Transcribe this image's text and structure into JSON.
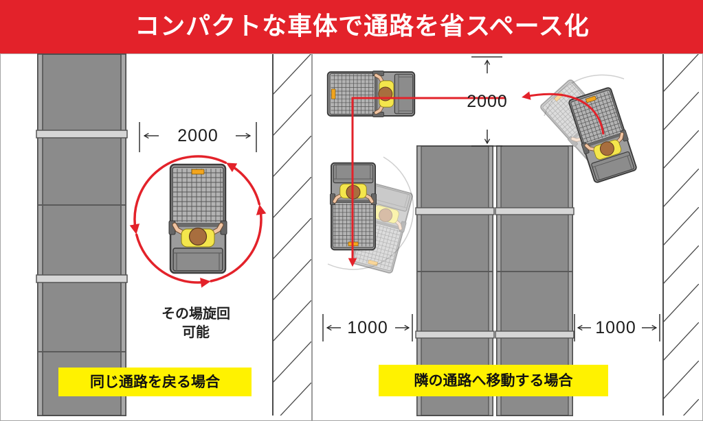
{
  "header": {
    "title": "コンパクトな車体で通路を省スペース化"
  },
  "left_panel": {
    "aisle_width_label": "2000",
    "turn_note": {
      "line1": "その場旋回",
      "line2": "可能"
    },
    "caption": "同じ通路を戻る場合"
  },
  "right_panel": {
    "turn_clearance_label": "2000",
    "left_aisle_label": "1000",
    "right_aisle_label": "1000",
    "caption": "隣の通路へ移動する場合"
  },
  "icons": [
    "dimension-arrow-left-icon",
    "dimension-arrow-right-icon",
    "dimension-arrow-up-icon",
    "dimension-arrow-down-icon",
    "rotation-arrow-icon",
    "route-arrow-icon",
    "cart-icon",
    "operator-icon"
  ],
  "colors": {
    "header_red": "#e3222a",
    "arrow_red": "#e3222a",
    "caption_yellow": "#fff200",
    "rack_gray": "#8b8b8b",
    "operator_shirt": "#f4e64c"
  }
}
